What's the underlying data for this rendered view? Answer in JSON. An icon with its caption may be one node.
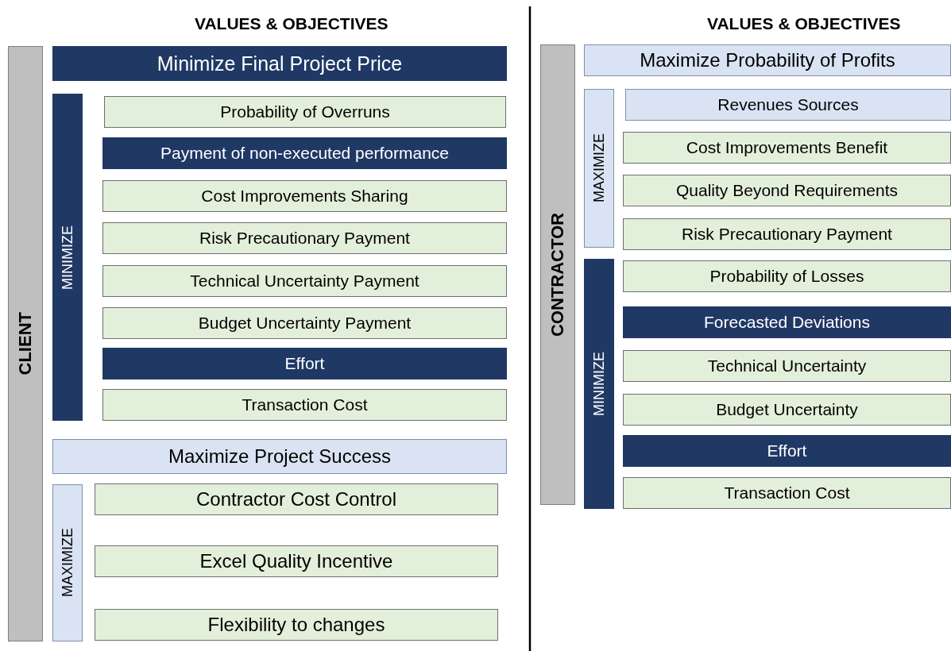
{
  "diagram": {
    "nodes": [
      {
        "text": [
          "CLIENT"
        ]
      },
      {
        "text": [
          "Minimize Final Project Price"
        ]
      },
      {
        "text": [
          "MINIMIZE"
        ]
      },
      {
        "text": [
          "Probability of Overruns"
        ]
      },
      {
        "text": [
          "Payment of non-executed performance"
        ]
      },
      {
        "text": [
          "Cost Improvements Sharing"
        ]
      },
      {
        "text": [
          "Risk Precautionary Payment"
        ]
      },
      {
        "text": [
          "Technical Uncertainty Payment"
        ]
      },
      {
        "text": [
          "Budget Uncertainty Payment"
        ]
      },
      {
        "text": [
          "Effort"
        ]
      },
      {
        "text": [
          "Transaction Cost"
        ]
      },
      {
        "text": [
          "Maximize Project Success"
        ]
      },
      {
        "text": [
          "MAXIMIZE"
        ]
      },
      {
        "text": [
          "Contractor Cost Control"
        ]
      },
      {
        "text": [
          "Excel Quality Incentive"
        ]
      },
      {
        "text": [
          "Flexibility to changes"
        ]
      },
      {
        "text": [
          "CONTRACTOR"
        ]
      },
      {
        "text": [
          "Maximize Probability of Profits"
        ]
      },
      {
        "text": [
          "MAXIMIZE"
        ]
      },
      {
        "text": [
          "Revenues Sources"
        ]
      },
      {
        "text": [
          "Cost Improvements Benefit"
        ]
      },
      {
        "text": [
          "Quality Beyond Requirements"
        ]
      },
      {
        "text": [
          "Risk Precautionary Payment"
        ]
      },
      {
        "text": [
          "MINIMIZE"
        ]
      },
      {
        "text": [
          "Probability of Losses"
        ]
      },
      {
        "text": [
          "Forecasted Deviations"
        ]
      },
      {
        "text": [
          "Technical Uncertainty"
        ]
      },
      {
        "text": [
          "Budget Uncertainty"
        ]
      },
      {
        "text": [
          "Effort"
        ]
      },
      {
        "text": [
          "Transaction Cost"
        ]
      }
    ],
    "edges": [],
    "labels": [
      "VALUES & OBJECTIVES",
      "VALUES & OBJECTIVES"
    ]
  }
}
